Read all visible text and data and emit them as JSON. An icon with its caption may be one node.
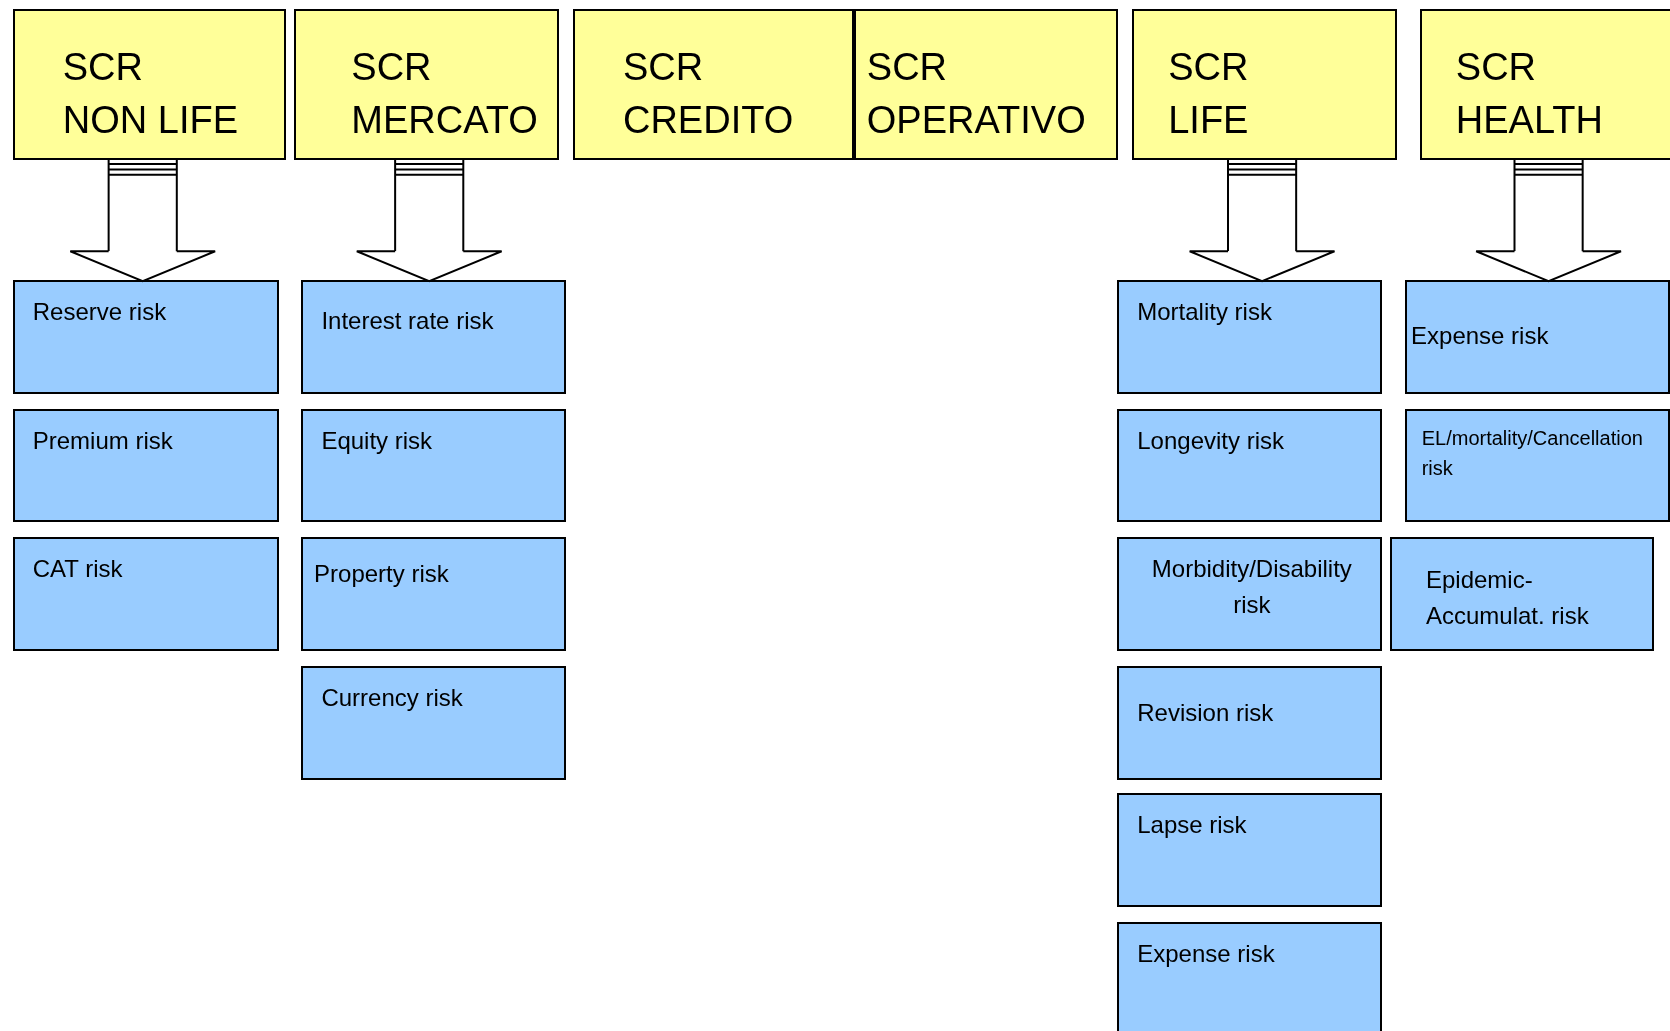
{
  "diagram": {
    "nodes": [
      {
        "text": [
          "SCR",
          "NON LIFE"
        ]
      },
      {
        "text": [
          "SCR",
          "MERCATO"
        ]
      },
      {
        "text": [
          "SCR",
          "CREDITO"
        ]
      },
      {
        "text": [
          "SCR",
          "OPERATIVO"
        ]
      },
      {
        "text": [
          "SCR",
          "LIFE"
        ]
      },
      {
        "text": [
          "SCR",
          "HEALTH"
        ]
      },
      {
        "text": [
          "Reserve risk"
        ]
      },
      {
        "text": [
          "Premium risk"
        ]
      },
      {
        "text": [
          "CAT risk"
        ]
      },
      {
        "text": [
          "Interest rate risk"
        ]
      },
      {
        "text": [
          "Equity risk"
        ]
      },
      {
        "text": [
          "Property risk"
        ]
      },
      {
        "text": [
          "Currency risk"
        ]
      },
      {
        "text": [
          "Mortality risk"
        ]
      },
      {
        "text": [
          "Longevity risk"
        ]
      },
      {
        "text": [
          "Morbidity/Disability risk"
        ]
      },
      {
        "text": [
          "Revision risk"
        ]
      },
      {
        "text": [
          "Lapse risk"
        ]
      },
      {
        "text": [
          "Expense risk"
        ]
      },
      {
        "text": [
          "Expense risk"
        ]
      },
      {
        "text": [
          "EL/mortality/Cancellation risk"
        ]
      },
      {
        "text": [
          "Epidemic-Accumulat. risk"
        ]
      }
    ],
    "edges": [
      {
        "from": 0,
        "to": 6,
        "arrow": "to"
      },
      {
        "from": 1,
        "to": 9,
        "arrow": "to"
      },
      {
        "from": 4,
        "to": 13,
        "arrow": "to"
      },
      {
        "from": 5,
        "to": 19,
        "arrow": "to"
      }
    ]
  }
}
